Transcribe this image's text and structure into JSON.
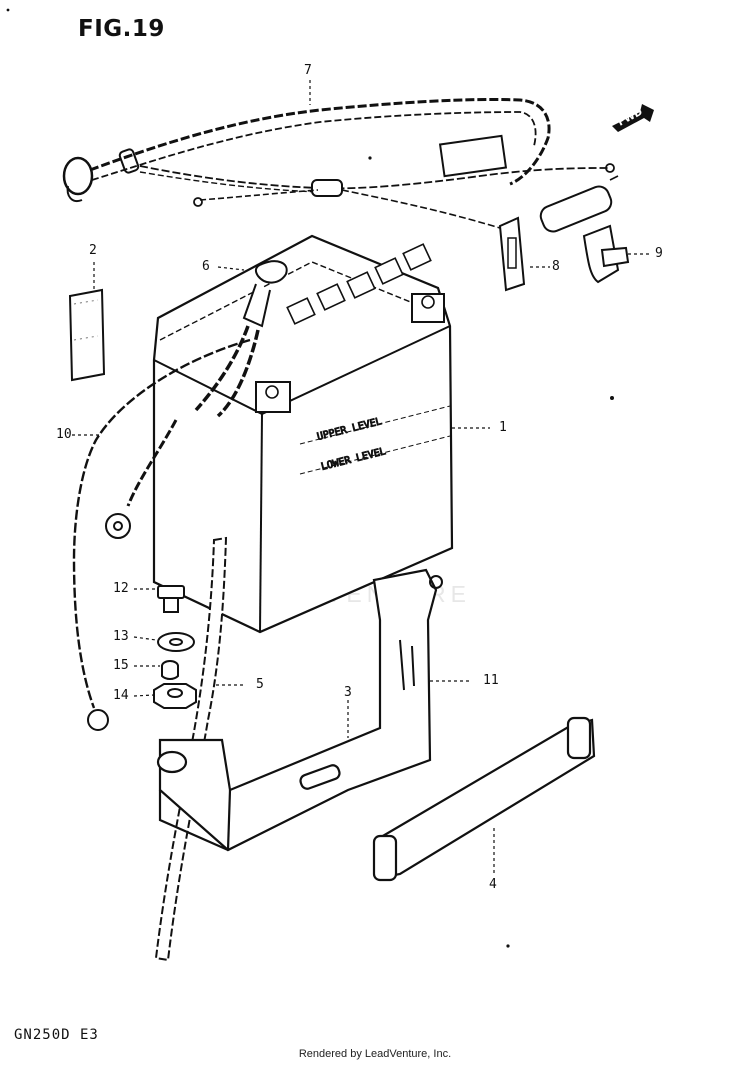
{
  "figure": {
    "title": "FIG.19",
    "model_code": "GN250D E3"
  },
  "footer": {
    "credit": "Rendered by LeadVenture, Inc."
  },
  "watermark": {
    "text": "LEADVENTURE",
    "color": "#d4d4d4"
  },
  "battery_labels": {
    "upper": "UPPER LEVEL",
    "lower": "LOWER LEVEL"
  },
  "direction_marker": {
    "label": "FWD"
  },
  "callouts": [
    "1",
    "2",
    "3",
    "4",
    "5",
    "6",
    "7",
    "8",
    "9",
    "10",
    "11",
    "12",
    "13",
    "14",
    "15"
  ]
}
